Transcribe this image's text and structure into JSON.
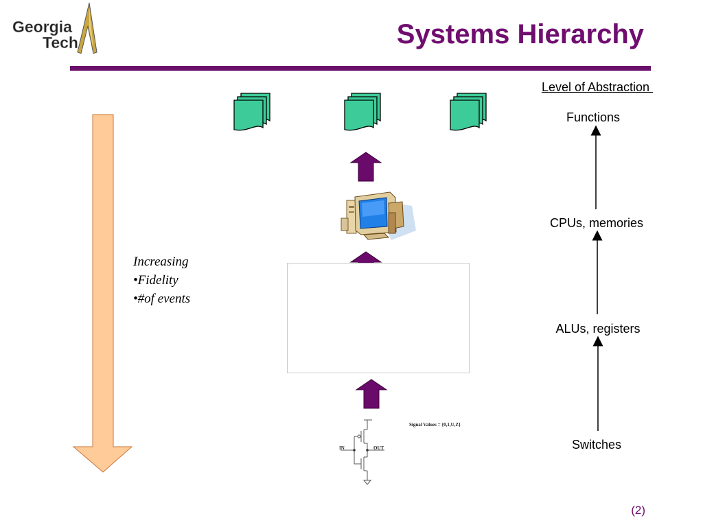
{
  "slide": {
    "title": "Systems Hierarchy",
    "page_number": "(2)",
    "title_color": "#6f0e6f"
  },
  "logo": {
    "line1": "Georgia",
    "line2": "Tech"
  },
  "abstraction": {
    "heading": "Level of Abstraction ",
    "levels": [
      "Functions",
      "CPUs, memories",
      "ALUs, registers",
      "Switches"
    ]
  },
  "notes": {
    "heading": "Increasing",
    "bullets": [
      "•Fidelity",
      "•#of events"
    ]
  },
  "circuit": {
    "signal_values": "Signal Values = {0,1,U,Z}",
    "in_label": "IN",
    "out_label": "OUT"
  },
  "icons": {
    "documents": [
      "document-stack-icon",
      "document-stack-icon",
      "document-stack-icon"
    ],
    "computer": "computer-icon",
    "doc_color": "#3dcc99",
    "up_arrow_color": "#6a0a6a",
    "fidelity_arrow_color": "#ffcc99"
  }
}
